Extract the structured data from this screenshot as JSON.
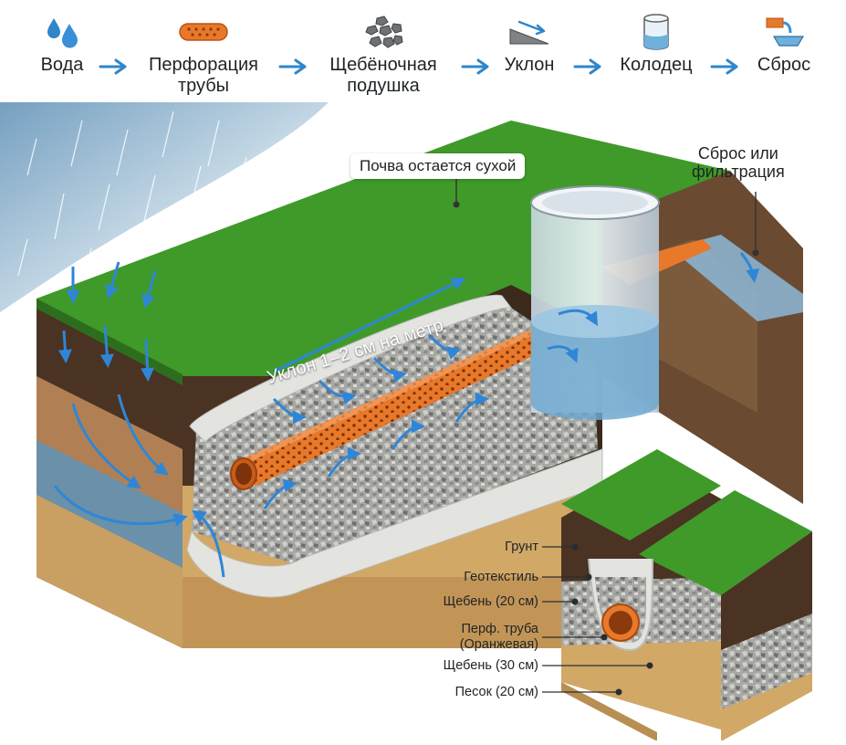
{
  "flow": {
    "steps": [
      {
        "label": "Вода",
        "icon": "water-drops-icon"
      },
      {
        "label": "Перфорация\nтрубы",
        "icon": "perforated-pipe-icon"
      },
      {
        "label": "Щебёночная\nподушка",
        "icon": "gravel-icon"
      },
      {
        "label": "Уклон",
        "icon": "slope-icon"
      },
      {
        "label": "Колодец",
        "icon": "well-icon"
      },
      {
        "label": "Сброс",
        "icon": "discharge-icon"
      }
    ],
    "arrow_icon": "right-arrow-icon"
  },
  "callouts": {
    "soil_dry": "Почва остается сухой",
    "discharge": "Сброс или\nфильтрация",
    "slope": "Уклон 1–2 см на метр"
  },
  "legend": {
    "items": [
      "Грунт",
      "Геотекстиль",
      "Щебень (20 см)",
      "Перф. труба\n(Оранжевая)",
      "Щебень (30 см)",
      "Песок (20 см)"
    ]
  },
  "colors": {
    "grass": "#3f9a2a",
    "soil": "#4a3322",
    "sand": "#d2a866",
    "gravel": "#9a9a98",
    "pipe": "#e8782a",
    "water": "#6fa8cf",
    "arrow": "#3a8fd8",
    "geotextile": "#e3e3e0"
  }
}
